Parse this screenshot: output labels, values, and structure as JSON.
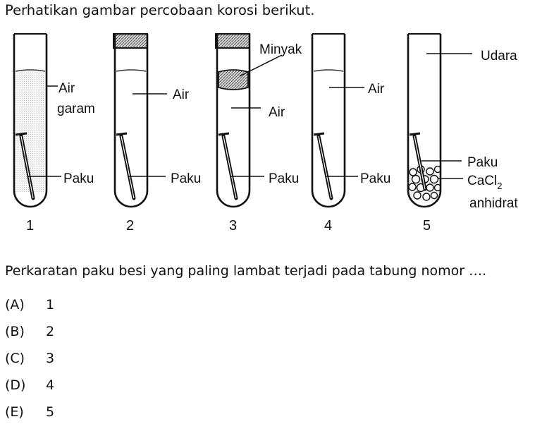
{
  "intro": "Perhatikan gambar percobaan korosi berikut.",
  "figure": {
    "tubes": [
      {
        "number": "1",
        "labels": [
          "Air",
          "garam",
          "Paku"
        ]
      },
      {
        "number": "2",
        "labels": [
          "Air",
          "Paku"
        ]
      },
      {
        "number": "3",
        "labels": [
          "Minyak",
          "Air",
          "Paku"
        ]
      },
      {
        "number": "4",
        "labels": [
          "Air",
          "Paku"
        ]
      },
      {
        "number": "5",
        "labels": [
          "Udara",
          "Paku",
          "CaCl",
          "2",
          "anhidrat"
        ]
      }
    ]
  },
  "question": "Perkaratan paku besi yang paling lambat terjadi pada tabung nomor ….",
  "options": [
    {
      "letter": "(A)",
      "text": "1"
    },
    {
      "letter": "(B)",
      "text": "2"
    },
    {
      "letter": "(C)",
      "text": "3"
    },
    {
      "letter": "(D)",
      "text": "4"
    },
    {
      "letter": "(E)",
      "text": "5"
    }
  ]
}
